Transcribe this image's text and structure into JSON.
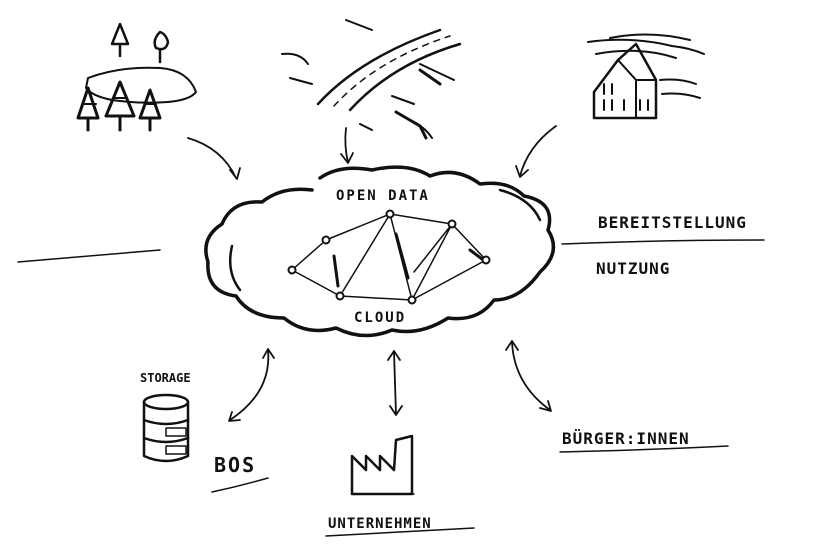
{
  "colors": {
    "ink": "#111111",
    "background": "#ffffff"
  },
  "cloud": {
    "top_label": "OPEN DATA",
    "bottom_label": "CLOUD"
  },
  "divider": {
    "upper_label": "BEREITSTELLUNG",
    "lower_label": "NUTZUNG"
  },
  "consumers": {
    "storage": "STORAGE",
    "bos": "BOS",
    "companies": "UNTERNEHMEN",
    "citizens": "BÜRGER:INNEN"
  },
  "icons": {
    "forest": "forest-island-icon",
    "road": "road-landscape-icon",
    "house": "house-icon",
    "database": "database-stack-icon",
    "factory": "factory-icon"
  }
}
